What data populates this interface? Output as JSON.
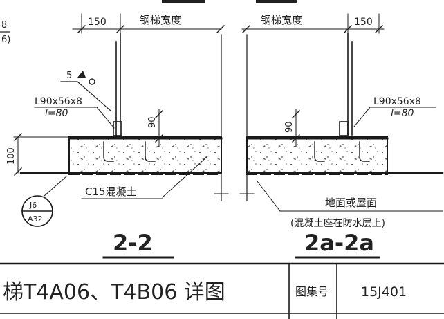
{
  "drawing": {
    "corner_label_top": "8",
    "corner_label_bottom": "6)",
    "left_section": {
      "dim_top": "150",
      "width_label": "钢梯宽度",
      "angle_label": "L90x56x8",
      "angle_length": "l=80",
      "weld_symbol": "5",
      "dim_side": "100",
      "dim_vertical": "90",
      "concrete_label": "C15混凝土",
      "anchor_code_top": "J6",
      "anchor_code_bottom": "A32",
      "section_title": "2-2"
    },
    "right_section": {
      "width_label": "钢梯宽度",
      "dim_top": "150",
      "angle_label": "L90x56x8",
      "angle_length": "l=80",
      "dim_vertical": "90",
      "floor_label": "地面或屋面",
      "floor_note": "(混凝土座在防水层上)",
      "section_title": "2a-2a"
    }
  },
  "title_block": {
    "title": "梯T4A06、T4B06 详图",
    "atlas_label": "图集号",
    "atlas_number": "15J401"
  }
}
